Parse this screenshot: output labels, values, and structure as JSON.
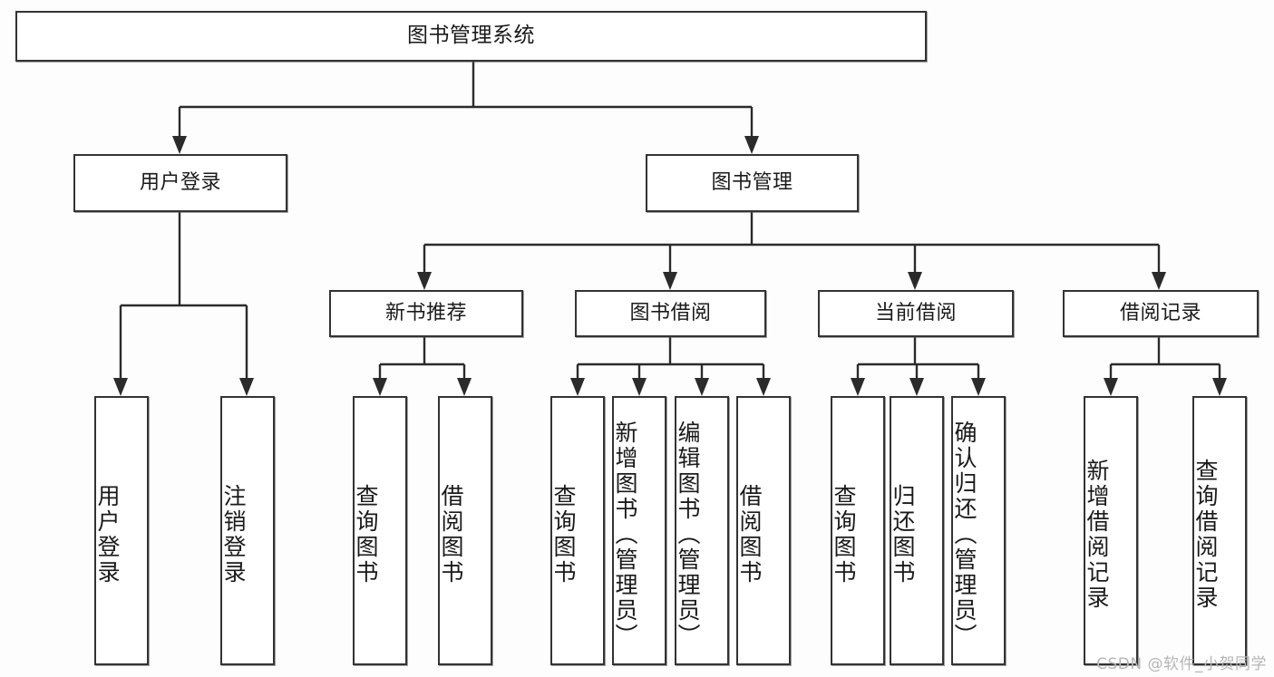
{
  "diagram": {
    "title": "图书管理系统",
    "type": "tree",
    "levels": 4,
    "root": {
      "label": "图书管理系统"
    },
    "level2": [
      {
        "label": "用户登录"
      },
      {
        "label": "图书管理"
      }
    ],
    "level3": [
      {
        "label": "新书推荐"
      },
      {
        "label": "图书借阅"
      },
      {
        "label": "当前借阅"
      },
      {
        "label": "借阅记录"
      }
    ],
    "leaves": {
      "user_login": [
        {
          "label": "用户登录"
        },
        {
          "label": "注销登录"
        }
      ],
      "new_book_recommend": [
        {
          "label": "查询图书"
        },
        {
          "label": "借阅图书"
        }
      ],
      "book_borrow": [
        {
          "label": "查询图书"
        },
        {
          "label": "新增图书（管理员）"
        },
        {
          "label": "编辑图书（管理员）"
        },
        {
          "label": "借阅图书"
        }
      ],
      "current_borrow": [
        {
          "label": "查询图书"
        },
        {
          "label": "归还图书"
        },
        {
          "label": "确认归还（管理员）"
        }
      ],
      "borrow_record": [
        {
          "label": "新增借阅记录"
        },
        {
          "label": "查询借阅记录"
        }
      ]
    }
  },
  "watermark": {
    "text": "CSDN @软件_小贺同学"
  },
  "colors": {
    "background": "#fdfdfd",
    "box_fill": "#ffffff",
    "box_border": "#333333",
    "connector": "#2b2b2b",
    "text": "#1a1a1a",
    "watermark": "#b6b6b6"
  }
}
